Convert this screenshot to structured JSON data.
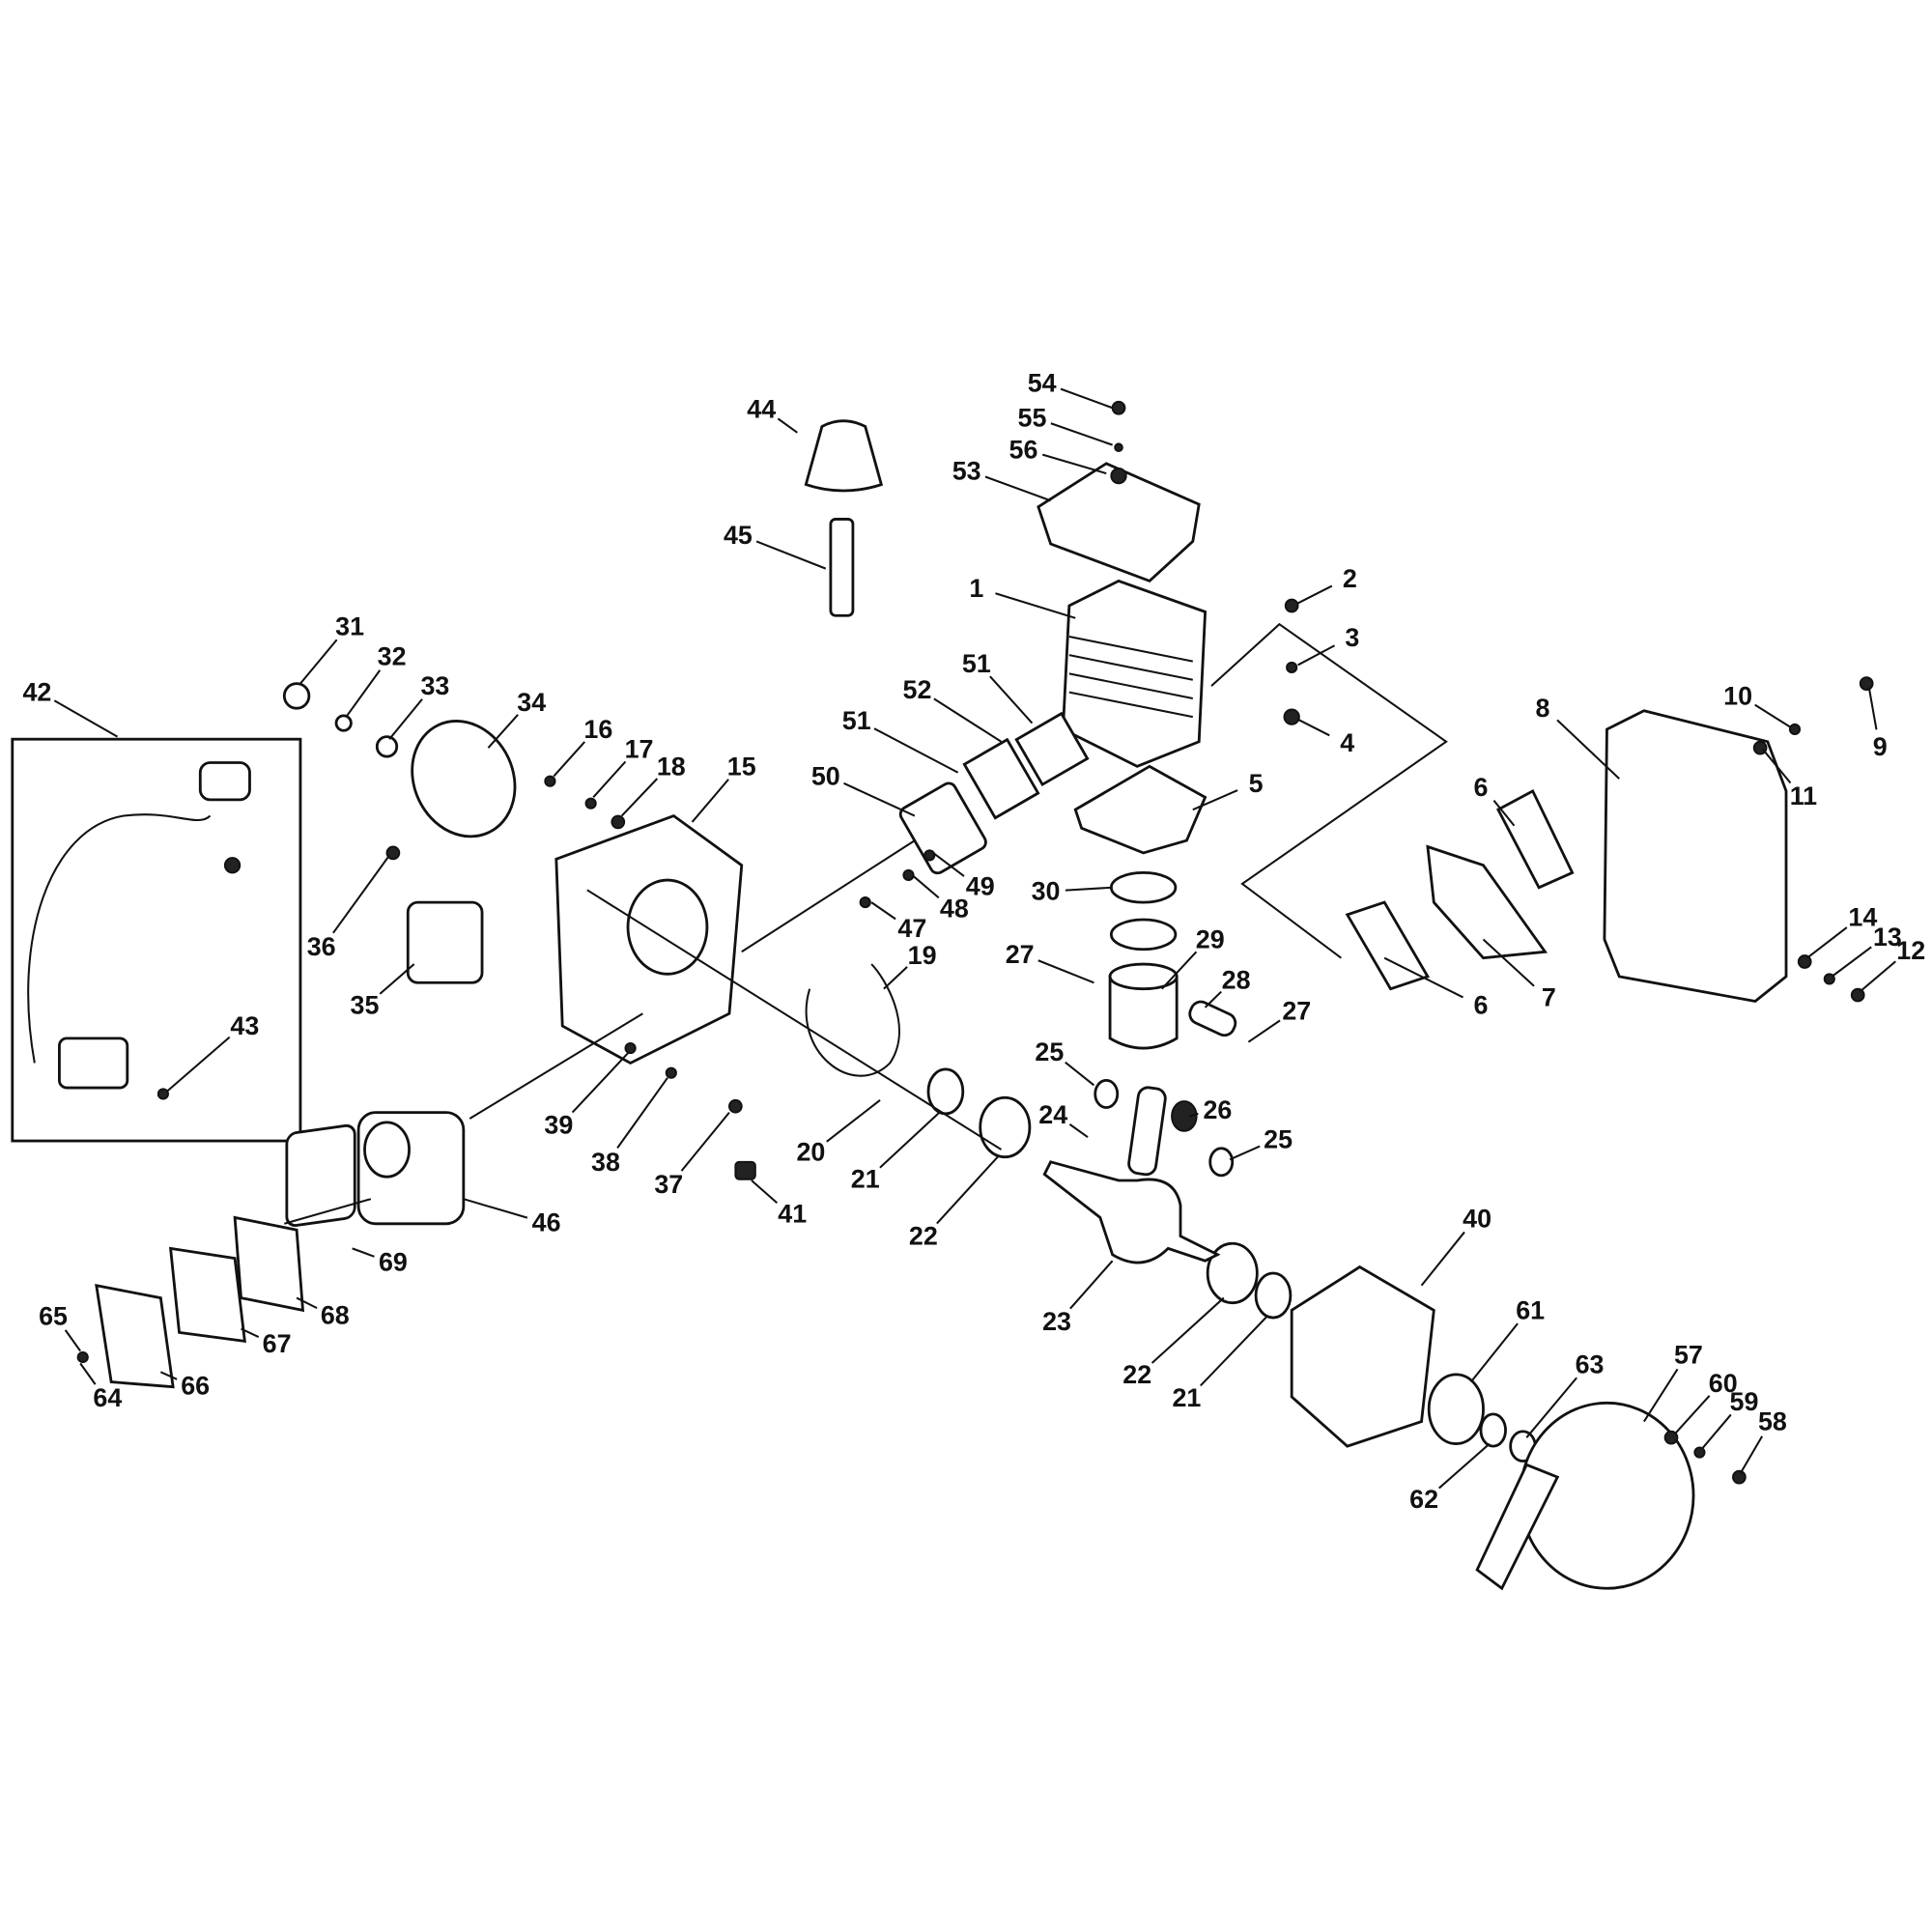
{
  "diagram": {
    "type": "exploded-parts-diagram",
    "labels": [
      "54",
      "55",
      "56",
      "53",
      "44",
      "45",
      "1",
      "2",
      "3",
      "4",
      "5",
      "51",
      "51",
      "52",
      "50",
      "31",
      "32",
      "33",
      "34",
      "16",
      "17",
      "18",
      "15",
      "42",
      "36",
      "35",
      "43",
      "49",
      "48",
      "47",
      "19",
      "30",
      "29",
      "27",
      "28",
      "27",
      "25",
      "26",
      "25",
      "24",
      "20",
      "21",
      "22",
      "39",
      "38",
      "37",
      "41",
      "46",
      "69",
      "68",
      "67",
      "66",
      "65",
      "64",
      "23",
      "22",
      "21",
      "40",
      "61",
      "63",
      "62",
      "57",
      "60",
      "59",
      "58",
      "8",
      "10",
      "9",
      "11",
      "6",
      "6",
      "7",
      "14",
      "13",
      "12"
    ]
  }
}
